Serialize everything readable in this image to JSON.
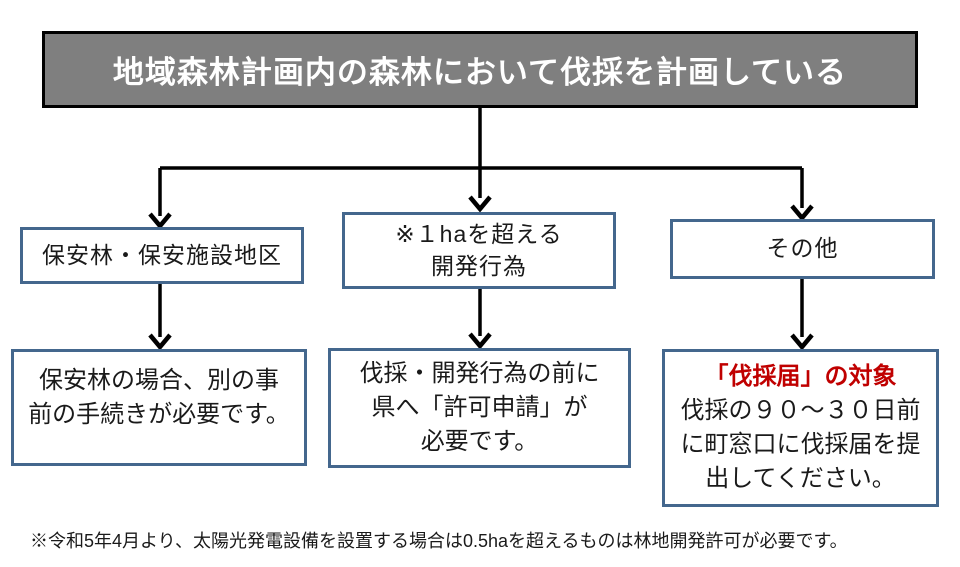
{
  "diagram": {
    "title": "地域森林計画内の森林において伐採を計画している",
    "branches": {
      "left": {
        "label": "保安林・保安施設地区",
        "detail": "保安林の場合、別の事\n前の手続きが必要です。"
      },
      "middle": {
        "label": "※１haを超える\n開発行為",
        "detail": "伐採・開発行為の前に\n県へ「許可申請」が\n必要です。"
      },
      "right": {
        "label": "その他",
        "detail_heading": "「伐採届」の対象",
        "detail": "伐採の９０～３０日前\nに町窓口に伐採届を提\n出してください。"
      }
    },
    "footnote": "※令和5年4月より、太陽光発電設備を設置する場合は0.5haを超えるものは林地開発許可が必要です。"
  },
  "colors": {
    "title_bg": "#7f7f7f",
    "title_border": "#000000",
    "title_text": "#ffffff",
    "box_bg": "#ffffff",
    "box_border": "#44678d",
    "text": "#1a1a1a",
    "arrow": "#000000",
    "emphasis_red": "#c00000"
  }
}
